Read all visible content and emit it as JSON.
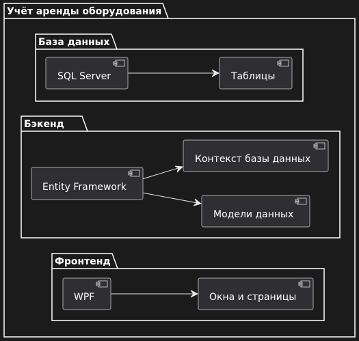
{
  "diagram": {
    "root": {
      "title": "Учёт аренды оборудования"
    },
    "packages": [
      {
        "id": "db",
        "title": "База данных",
        "components": [
          {
            "id": "sql",
            "label": "SQL Server"
          },
          {
            "id": "tables",
            "label": "Таблицы"
          }
        ]
      },
      {
        "id": "backend",
        "title": "Бэкенд",
        "components": [
          {
            "id": "ef",
            "label": "Entity Framework"
          },
          {
            "id": "ctx",
            "label": "Контекст базы данных"
          },
          {
            "id": "models",
            "label": "Модели данных"
          }
        ]
      },
      {
        "id": "frontend",
        "title": "Фронтенд",
        "components": [
          {
            "id": "wpf",
            "label": "WPF"
          },
          {
            "id": "windows",
            "label": "Окна и страницы"
          }
        ]
      }
    ],
    "edges": [
      {
        "from": "sql",
        "to": "tables"
      },
      {
        "from": "ef",
        "to": "ctx"
      },
      {
        "from": "ef",
        "to": "models"
      },
      {
        "from": "wpf",
        "to": "windows"
      }
    ],
    "colors": {
      "background": "#1b1b1c",
      "frame": "#ffffff",
      "component_fill": "#2f2f33",
      "component_border": "#a8a8ad",
      "text": "#ffffff",
      "arrow": "#e6e6e6"
    }
  }
}
